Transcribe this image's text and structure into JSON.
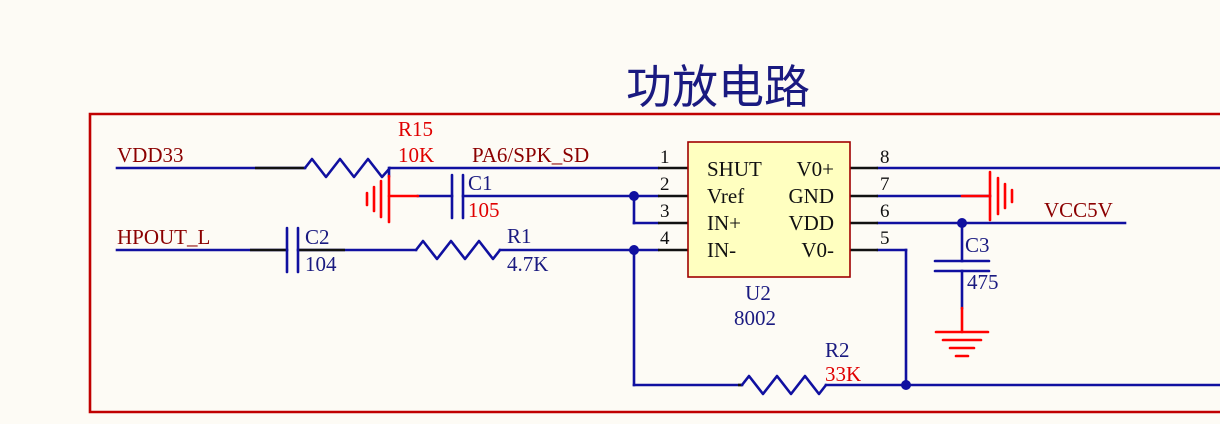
{
  "title": "功放电路",
  "colors": {
    "background": "#fdfbf5",
    "border": "#c00000",
    "wire": "#1010a0",
    "text_dark": "#1a1a80",
    "text_red": "#e00000",
    "net_label": "#8b0000",
    "ground": "#ff0000",
    "chip_fill": "#ffffc0",
    "chip_border": "#a00000",
    "pin_line": "#111111"
  },
  "nets": {
    "vdd33": "VDD33",
    "hpout_l": "HPOUT_L",
    "pa6_spk_sd": "PA6/SPK_SD",
    "vcc5v": "VCC5V"
  },
  "components": {
    "r15": {
      "ref": "R15",
      "value": "10K"
    },
    "c1": {
      "ref": "C1",
      "value": "105"
    },
    "c2": {
      "ref": "C2",
      "value": "104"
    },
    "r1": {
      "ref": "R1",
      "value": "4.7K"
    },
    "r2": {
      "ref": "R2",
      "value": "33K"
    },
    "c3": {
      "ref": "C3",
      "value": "475"
    }
  },
  "u2": {
    "ref": "U2",
    "part": "8002",
    "pins": [
      {
        "num": "1",
        "name": "SHUT",
        "side": "left"
      },
      {
        "num": "2",
        "name": "Vref",
        "side": "left"
      },
      {
        "num": "3",
        "name": "IN+",
        "side": "left"
      },
      {
        "num": "4",
        "name": "IN-",
        "side": "left"
      },
      {
        "num": "8",
        "name": "V0+",
        "side": "right"
      },
      {
        "num": "7",
        "name": "GND",
        "side": "right"
      },
      {
        "num": "6",
        "name": "VDD",
        "side": "right"
      },
      {
        "num": "5",
        "name": "V0-",
        "side": "right"
      }
    ]
  },
  "icons": [
    "resistor-symbol",
    "capacitor-symbol",
    "ground-symbol",
    "junction-dot"
  ]
}
